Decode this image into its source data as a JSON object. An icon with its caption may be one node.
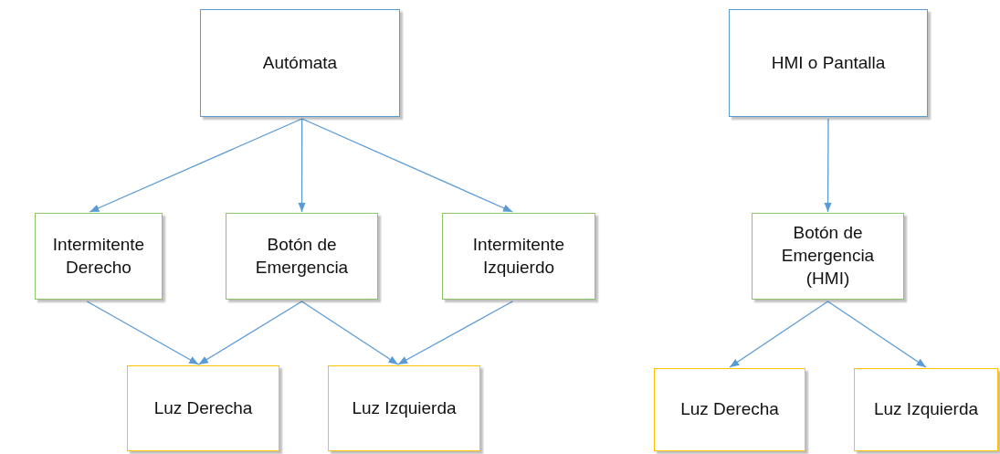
{
  "diagram": {
    "nodes": [
      {
        "text": [
          "Autómata"
        ]
      },
      {
        "text": [
          "Intermitente Derecho"
        ]
      },
      {
        "text": [
          "Botón de Emergencia"
        ]
      },
      {
        "text": [
          "Intermitente Izquierdo"
        ]
      },
      {
        "text": [
          "Luz Derecha"
        ]
      },
      {
        "text": [
          "Luz Izquierda"
        ]
      },
      {
        "text": [
          "HMI o Pantalla"
        ]
      },
      {
        "text": [
          "Botón de Emergencia (HMI)"
        ]
      },
      {
        "text": [
          "Luz Derecha"
        ]
      },
      {
        "text": [
          "Luz Izquierda"
        ]
      }
    ],
    "edges": [
      {
        "from": 0,
        "to": 1,
        "arrow": "to"
      },
      {
        "from": 0,
        "to": 2,
        "arrow": "to"
      },
      {
        "from": 0,
        "to": 3,
        "arrow": "to"
      },
      {
        "from": 1,
        "to": 4,
        "arrow": "to"
      },
      {
        "from": 2,
        "to": 4,
        "arrow": "to"
      },
      {
        "from": 2,
        "to": 5,
        "arrow": "to"
      },
      {
        "from": 3,
        "to": 5,
        "arrow": "to"
      },
      {
        "from": 6,
        "to": 7,
        "arrow": "to"
      },
      {
        "from": 7,
        "to": 8,
        "arrow": "to"
      },
      {
        "from": 7,
        "to": 9,
        "arrow": "to"
      }
    ]
  }
}
